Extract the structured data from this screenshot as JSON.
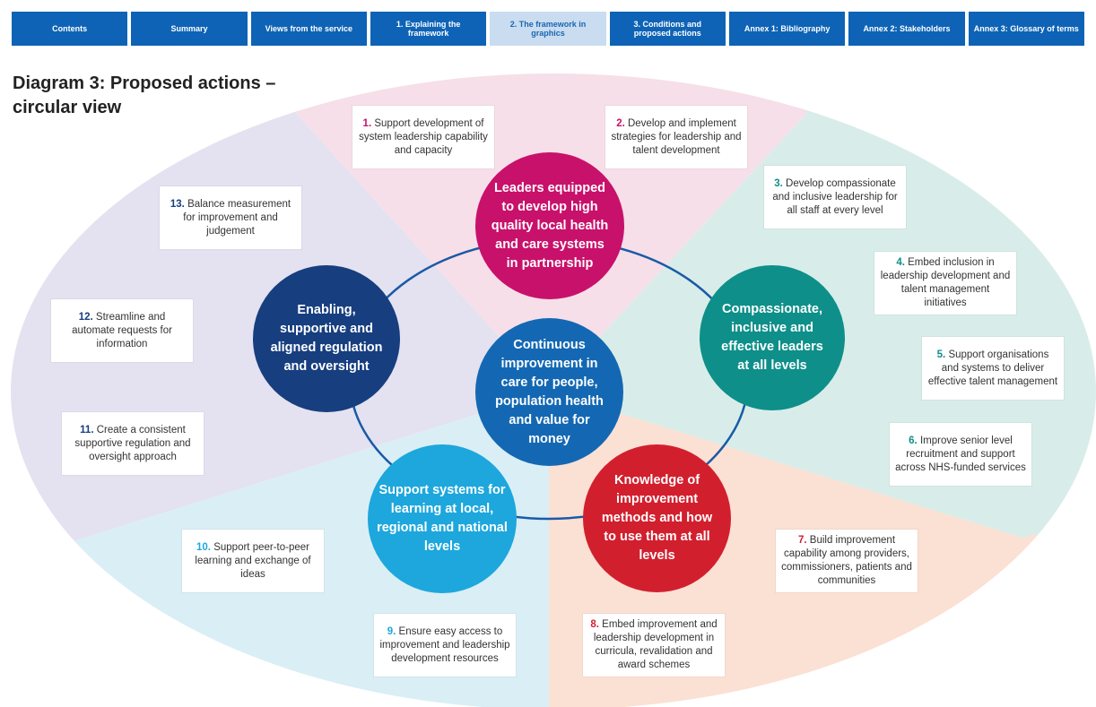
{
  "nav": {
    "tabs": [
      "Contents",
      "Summary",
      "Views from the service",
      "1. Explaining the framework",
      "2. The framework in graphics",
      "3. Conditions and proposed actions",
      "Annex 1: Bibliography",
      "Annex 2: Stakeholders",
      "Annex 3: Glossary of terms"
    ],
    "active_index": 4
  },
  "title": "Diagram 3: Proposed actions – circular view",
  "colors": {
    "nav_bg": "#0e63b6",
    "nav_active_bg": "#c9dcf0",
    "pink": "#c8116b",
    "teal": "#0e8f8a",
    "red": "#d21f2e",
    "light_blue": "#1da7dc",
    "navy": "#173e7f",
    "center": "#1468b3",
    "sector_pink": "#f6dfe8",
    "sector_teal": "#d8ede9",
    "sector_peach": "#fbe0d4",
    "sector_blue": "#daeef6",
    "sector_lavender": "#e4e2f0"
  },
  "center": "Continuous improvement in care for people, population health and value for money",
  "themes": [
    "Leaders equipped to develop high quality local health and care systems in partnership",
    "Compassionate, inclusive and effective leaders at all levels",
    "Knowledge of improvement methods and how to use them at all levels",
    "Support systems for learning at local, regional and national levels",
    "Enabling, supportive and aligned regulation and oversight"
  ],
  "actions": [
    {
      "num": "1.",
      "text": "Support development of system leadership capability and capacity"
    },
    {
      "num": "2.",
      "text": "Develop and implement strategies for leadership and talent development"
    },
    {
      "num": "3.",
      "text": "Develop compassionate and inclusive leadership for all staff at every level"
    },
    {
      "num": "4.",
      "text": "Embed inclusion in leadership development and talent management initiatives"
    },
    {
      "num": "5.",
      "text": "Support organisations and systems to deliver effective talent management"
    },
    {
      "num": "6.",
      "text": "Improve senior level recruitment and support across NHS-funded services"
    },
    {
      "num": "7.",
      "text": "Build improvement capability among providers, commissioners, patients and communities"
    },
    {
      "num": "8.",
      "text": "Embed improvement and leadership development in curricula, revalidation and award schemes"
    },
    {
      "num": "9.",
      "text": "Ensure easy access to improvement and leadership development resources"
    },
    {
      "num": "10.",
      "text": "Support peer-to-peer learning and exchange of ideas"
    },
    {
      "num": "11.",
      "text": "Create a consistent supportive regulation and oversight approach"
    },
    {
      "num": "12.",
      "text": "Streamline and automate requests for information"
    },
    {
      "num": "13.",
      "text": "Balance measurement for improvement and judgement"
    }
  ]
}
